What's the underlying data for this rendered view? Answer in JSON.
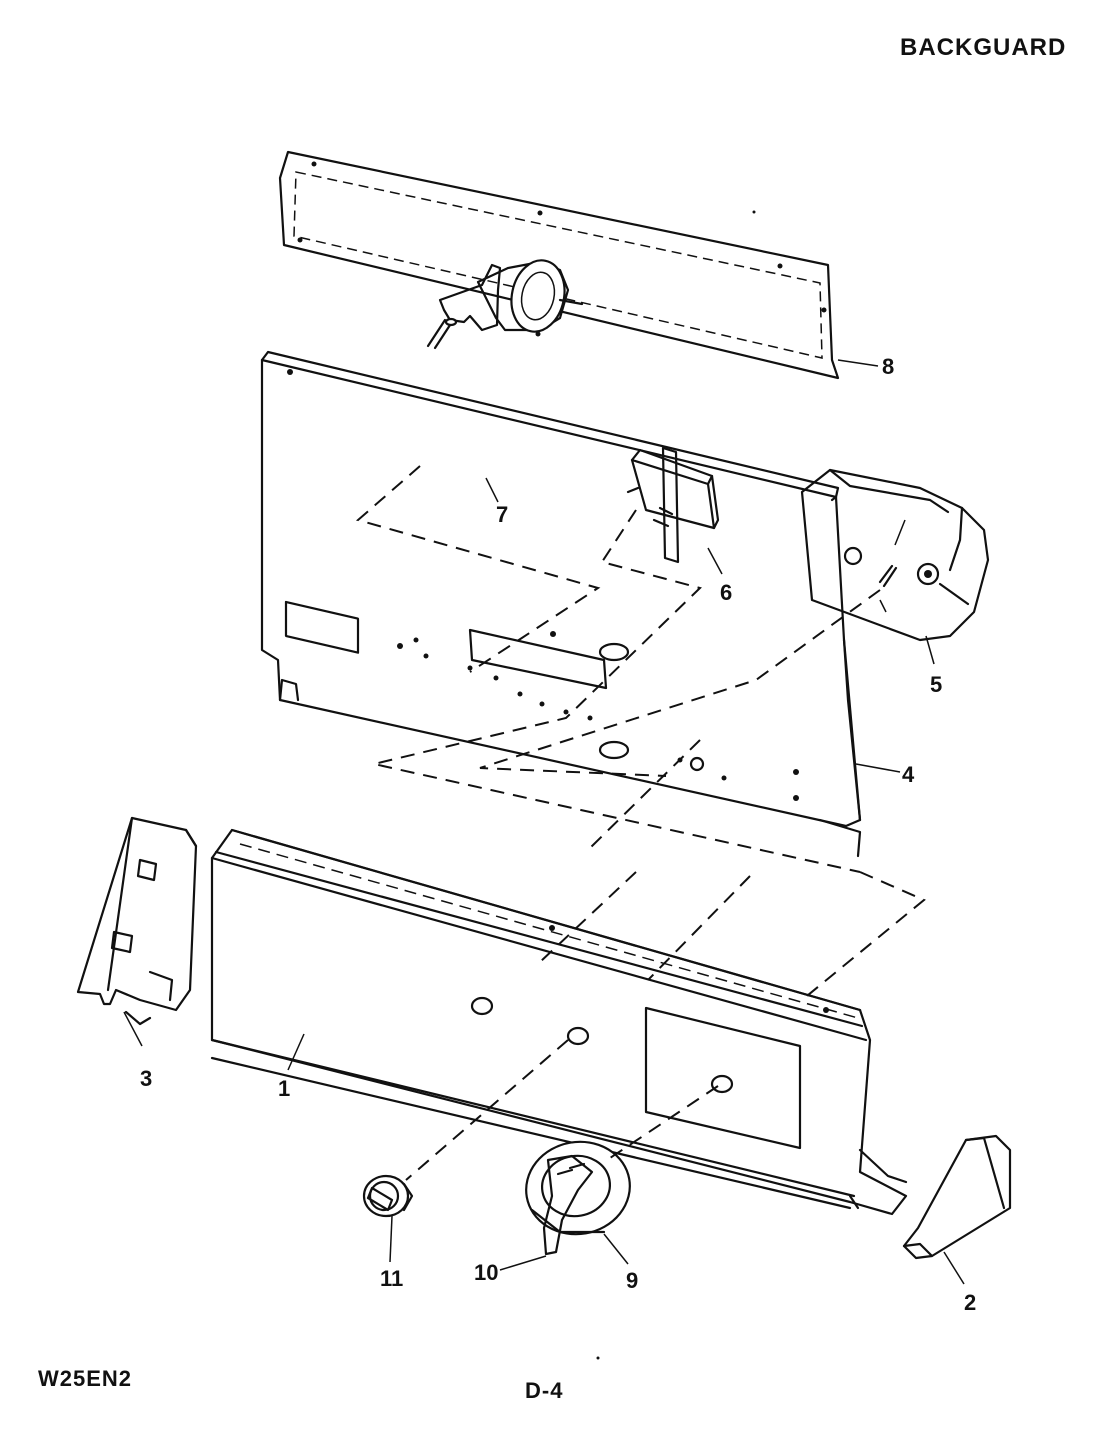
{
  "header": {
    "title": "BACKGUARD"
  },
  "footer": {
    "model": "W25EN2",
    "page": "D-4"
  },
  "parts": [
    {
      "id": "part-1",
      "callout": "1"
    },
    {
      "id": "part-2",
      "callout": "2"
    },
    {
      "id": "part-3",
      "callout": "3"
    },
    {
      "id": "part-4",
      "callout": "4"
    },
    {
      "id": "part-5",
      "callout": "5"
    },
    {
      "id": "part-6",
      "callout": "6"
    },
    {
      "id": "part-7",
      "callout": "7"
    },
    {
      "id": "part-8",
      "callout": "8"
    },
    {
      "id": "part-9",
      "callout": "9"
    },
    {
      "id": "part-10",
      "callout": "10"
    },
    {
      "id": "part-11",
      "callout": "11"
    }
  ]
}
